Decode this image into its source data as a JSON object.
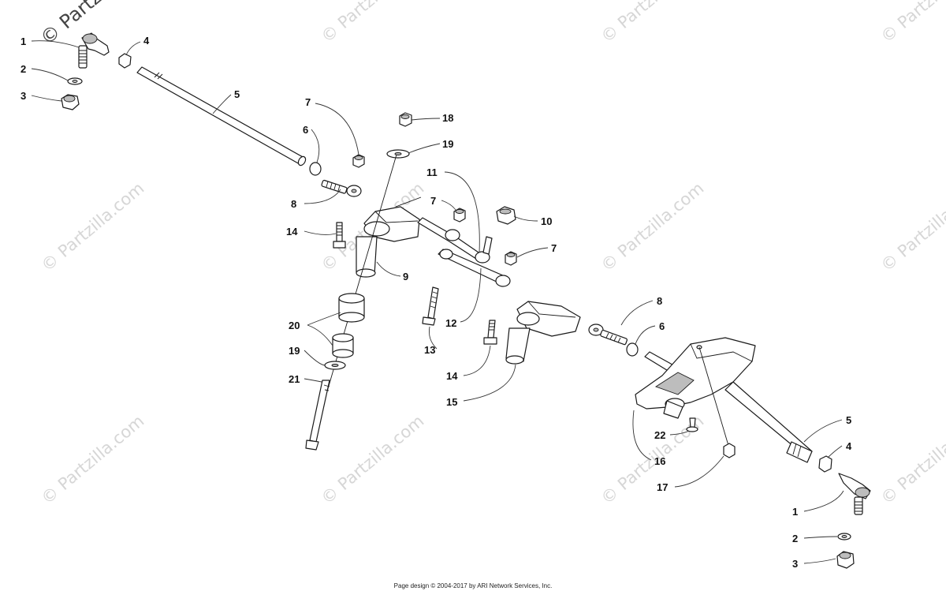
{
  "watermark": {
    "corner_text": "© Partzilla.com",
    "tile_text": "© Partzilla.com"
  },
  "callouts": {
    "c1a": "1",
    "c2a": "2",
    "c3a": "3",
    "c4a": "4",
    "c5a": "5",
    "c6a": "6",
    "c7a": "7",
    "c8a": "8",
    "c14a": "14",
    "c18": "18",
    "c19a": "19",
    "c11": "11",
    "c7b": "7",
    "c10": "10",
    "c7c": "7",
    "c9": "9",
    "c20": "20",
    "c19b": "19",
    "c21": "21",
    "c12": "12",
    "c13": "13",
    "c14b": "14",
    "c15": "15",
    "c8b": "8",
    "c6b": "6",
    "c5b": "5",
    "c4b": "4",
    "c22": "22",
    "c16": "16",
    "c17": "17",
    "c1b": "1",
    "c2b": "2",
    "c3b": "3"
  },
  "footer": {
    "text": "Page design © 2004-2017 by ARI Network Services, Inc."
  }
}
